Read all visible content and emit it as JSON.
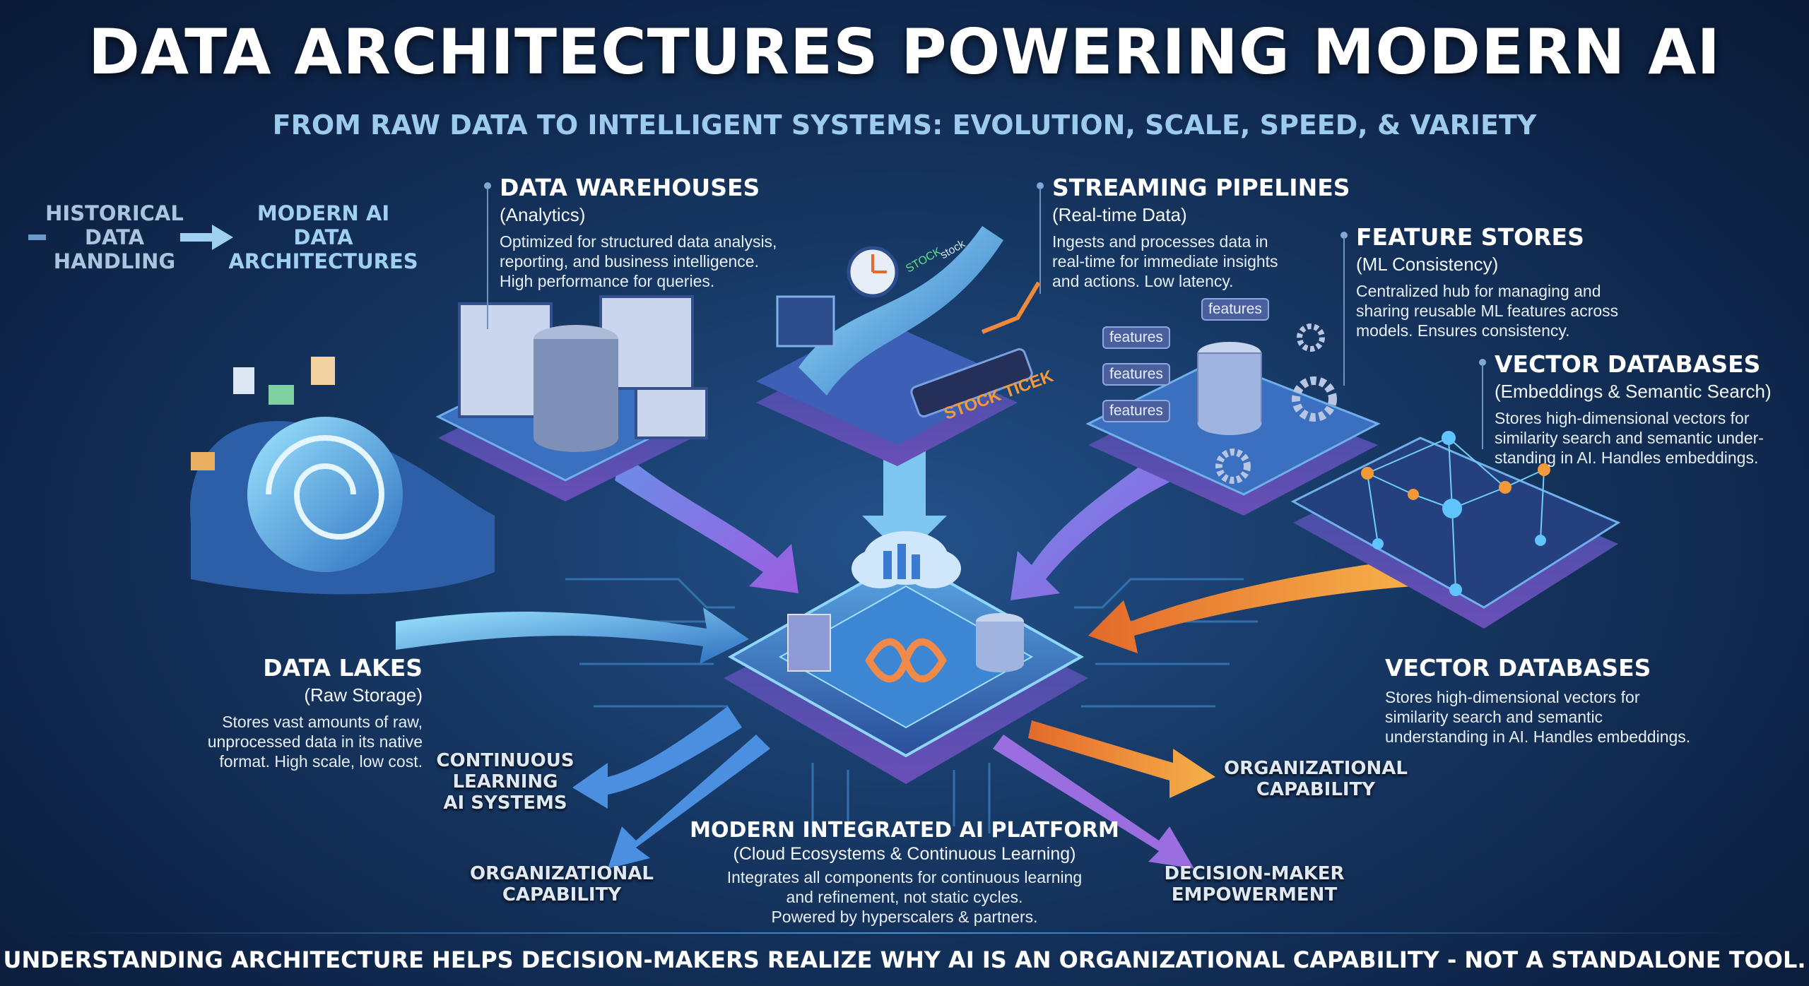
{
  "header": {
    "title": "DATA ARCHITECTURES POWERING MODERN AI",
    "subtitle": "FROM RAW DATA TO INTELLIGENT SYSTEMS: EVOLUTION, SCALE, SPEED, & VARIETY"
  },
  "evolution": {
    "from": [
      "HISTORICAL",
      "DATA",
      "HANDLING"
    ],
    "to": [
      "MODERN AI",
      "DATA",
      "ARCHITECTURES"
    ]
  },
  "blocks": {
    "warehouses": {
      "title": "DATA WAREHOUSES",
      "sub": "(Analytics)",
      "body": [
        "Optimized for structured data analysis,",
        "reporting, and business intelligence.",
        "High performance for queries."
      ]
    },
    "streaming": {
      "title": "STREAMING PIPELINES",
      "sub": "(Real-time Data)",
      "body": [
        "Ingests and processes data in",
        "real-time for immediate insights",
        "and actions. Low latency."
      ]
    },
    "features": {
      "title": "FEATURE STORES",
      "sub": "(ML Consistency)",
      "body": [
        "Centralized hub for managing and",
        "sharing reusable ML features across",
        "models. Ensures consistency."
      ]
    },
    "vector_top": {
      "title": "VECTOR DATABASES",
      "sub": "(Embeddings & Semantic Search)",
      "body": [
        "Stores high-dimensional vectors for",
        "similarity search and semantic under-",
        "standing in AI. Handles embeddings."
      ]
    },
    "lakes": {
      "title": "DATA LAKES",
      "sub": "(Raw Storage)",
      "body": [
        "Stores vast amounts of raw,",
        "unprocessed data in its native",
        "format. High scale, low cost."
      ]
    },
    "vector_bottom": {
      "title": "VECTOR DATABASES",
      "body": [
        "Stores high-dimensional vectors for",
        "similarity search and semantic",
        "understanding in AI. Handles embeddings."
      ]
    },
    "platform": {
      "title": "MODERN INTEGRATED AI PLATFORM",
      "sub": "(Cloud Ecosystems & Continuous Learning)",
      "body": [
        "Integrates all components for continuous learning",
        "and refinement, not static cycles.",
        "Powered by hyperscalers & partners."
      ]
    }
  },
  "feature_tags": [
    "features",
    "features",
    "features",
    "features"
  ],
  "stock": {
    "ticker": "STOCK TICEK",
    "tag1": "STOCK",
    "tag2": "stock"
  },
  "outputs": {
    "continuous": [
      "CONTINUOUS",
      "LEARNING",
      "AI SYSTEMS"
    ],
    "org_left": [
      "ORGANIZATIONAL",
      "CAPABILITY"
    ],
    "org_right": [
      "ORGANIZATIONAL",
      "CAPABILITY"
    ],
    "decision": [
      "DECISION-MAKER",
      "EMPOWERMENT"
    ]
  },
  "footer": "UNDERSTANDING ARCHITECTURE HELPS DECISION-MAKERS REALIZE WHY AI IS AN ORGANIZATIONAL CAPABILITY - NOT A STANDALONE TOOL.",
  "colors": {
    "accent": "#4fb8f0",
    "orange": "#f29a3a",
    "purple": "#9b6ee0",
    "bg": "#163763"
  }
}
